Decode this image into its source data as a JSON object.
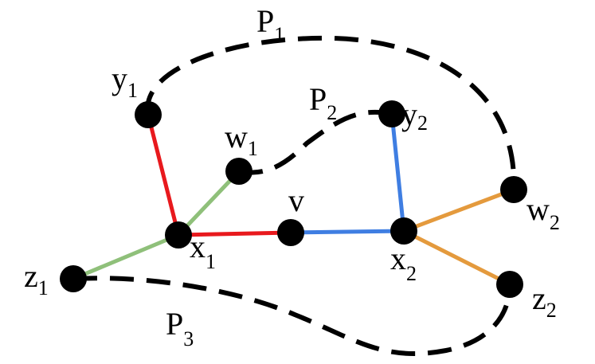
{
  "colors": {
    "red": "#e8191d",
    "green": "#8fc07a",
    "blue": "#3f7ee2",
    "orange": "#e49a3d",
    "path": "#000000",
    "vertex": "#000000"
  },
  "labels": {
    "y1": {
      "main": "y",
      "sub": "1"
    },
    "w1": {
      "main": "w",
      "sub": "1"
    },
    "x1": {
      "main": "x",
      "sub": "1"
    },
    "z1": {
      "main": "z",
      "sub": "1"
    },
    "v": {
      "main": "v",
      "sub": ""
    },
    "y2": {
      "main": "y",
      "sub": "2"
    },
    "w2": {
      "main": "w",
      "sub": "2"
    },
    "x2": {
      "main": "x",
      "sub": "2"
    },
    "z2": {
      "main": "z",
      "sub": "2"
    },
    "P1": {
      "main": "P",
      "sub": "1"
    },
    "P2": {
      "main": "P",
      "sub": "2"
    },
    "P3": {
      "main": "P",
      "sub": "3"
    }
  },
  "edges": [
    {
      "from": "y1",
      "to": "x1",
      "color": "red"
    },
    {
      "from": "x1",
      "to": "v",
      "color": "red"
    },
    {
      "from": "w1",
      "to": "x1",
      "color": "green"
    },
    {
      "from": "x1",
      "to": "z1",
      "color": "green"
    },
    {
      "from": "v",
      "to": "x2",
      "color": "blue"
    },
    {
      "from": "y2",
      "to": "x2",
      "color": "blue"
    },
    {
      "from": "x2",
      "to": "w2",
      "color": "orange"
    },
    {
      "from": "x2",
      "to": "z2",
      "color": "orange"
    }
  ],
  "paths": [
    {
      "name": "P1",
      "from": "y1",
      "to": "w2"
    },
    {
      "name": "P2",
      "from": "w1",
      "to": "y2"
    },
    {
      "name": "P3",
      "from": "z1",
      "to": "z2"
    }
  ]
}
